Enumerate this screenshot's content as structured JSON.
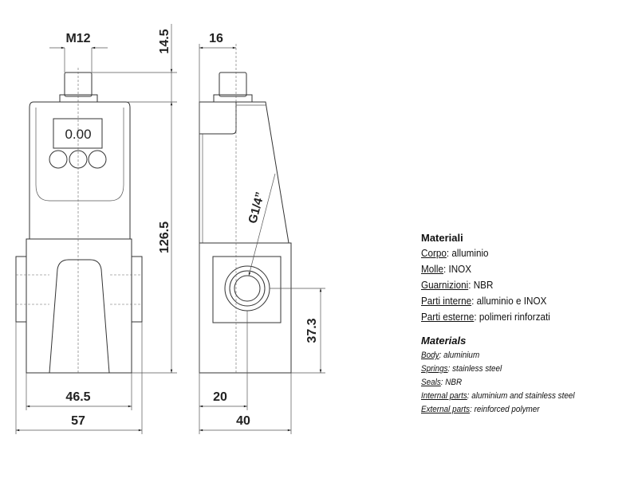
{
  "drawing": {
    "display_reading": "0.00",
    "dimensions": {
      "m12": "M12",
      "d14_5": "14.5",
      "d126_5": "126.5",
      "d46_5": "46.5",
      "d57": "57",
      "d16": "16",
      "d20": "20",
      "d40": "40",
      "d37_3": "37.3",
      "thread": "G1/4”"
    }
  },
  "materials_it": {
    "title": "Materiali",
    "items": [
      {
        "label": "Corpo",
        "value": ": alluminio"
      },
      {
        "label": "Molle",
        "value": ": INOX"
      },
      {
        "label": "Guarnizioni",
        "value": ": NBR"
      },
      {
        "label": "Parti interne",
        "value": ": alluminio e INOX"
      },
      {
        "label": "Parti esterne",
        "value": ": polimeri rinforzati"
      }
    ]
  },
  "materials_en": {
    "title": "Materials",
    "items": [
      {
        "label": "Body",
        "value": ": aluminium"
      },
      {
        "label": "Springs",
        "value": ": stainless steel"
      },
      {
        "label": "Seals",
        "value": ": NBR"
      },
      {
        "label": "Internal parts",
        "value": ": aluminium and stainless steel"
      },
      {
        "label": "External parts",
        "value": ": reinforced polymer"
      }
    ]
  }
}
